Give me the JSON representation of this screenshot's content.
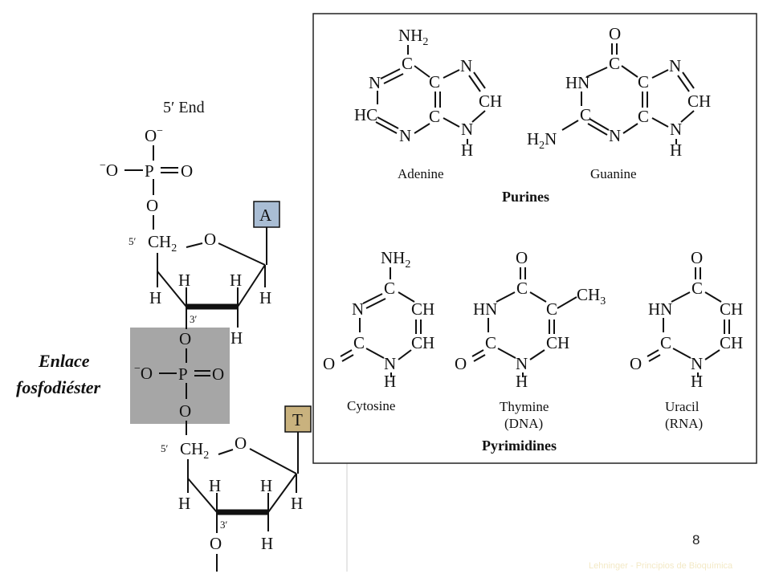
{
  "backbone": {
    "five_prime_end": "5′ End",
    "enlace_line1": "Enlace",
    "enlace_line2": "fosfodiéster",
    "base_a": "A",
    "base_t": "T",
    "prime5": "5′",
    "prime3": "3′"
  },
  "bases": {
    "adenine": "Adenine",
    "guanine": "Guanine",
    "purines": "Purines",
    "cytosine": "Cytosine",
    "thymine": "Thymine",
    "thymine_sub": "(DNA)",
    "uracil": "Uracil",
    "uracil_sub": "(RNA)",
    "pyrimidines": "Pyrimidines"
  },
  "colors": {
    "base_a_fill": "#a9bdd4",
    "base_t_fill": "#c9b27e",
    "phospho_box": "#a6a6a6"
  },
  "footer": {
    "slide_number": "8",
    "credit": "Lehninger - Principios de Bioquímica"
  }
}
